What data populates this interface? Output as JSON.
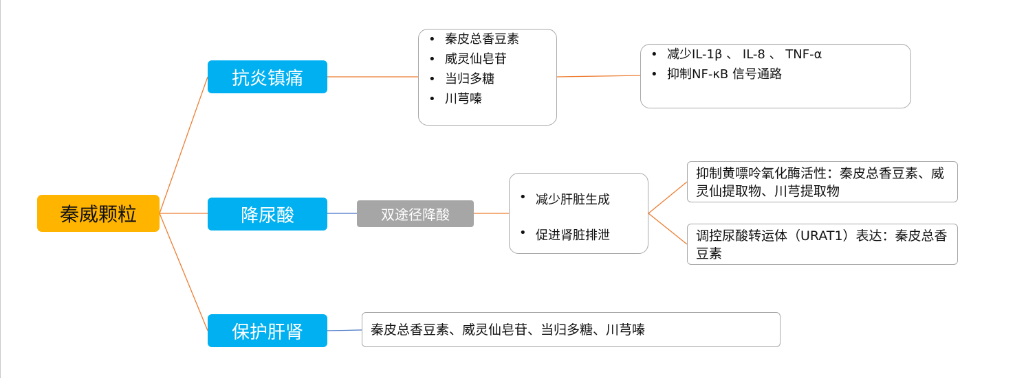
{
  "root": "秦威颗粒",
  "branches": {
    "b1": "抗炎镇痛",
    "b2": "降尿酸",
    "b3": "保护肝肾"
  },
  "b1_components": [
    "秦皮总香豆素",
    "威灵仙皂苷",
    "当归多糖",
    "川芎嗪"
  ],
  "b1_mechanisms": [
    "减少IL-1β 、 IL-8 、 TNF-α",
    "抑制NF-κB 信号通路"
  ],
  "b2_mid": "双途径降酸",
  "b2_routes": [
    "减少肝脏生成",
    "促进肾脏排泄"
  ],
  "b2_details": [
    "抑制黄嘌呤氧化酶活性：秦皮总香豆素、威灵仙提取物、川芎提取物",
    "调控尿酸转运体（URAT1）表达：秦皮总香豆素"
  ],
  "b3_components": "秦皮总香豆素、威灵仙皂苷、当归多糖、川芎嗪",
  "colors": {
    "root_fill": "#ffb400",
    "branch_fill": "#00b0f0",
    "mid_fill": "#a6a6a6",
    "orange_link": "#ed7d31",
    "blue_link": "#4472c4",
    "box_border": "#a8a8a8"
  }
}
